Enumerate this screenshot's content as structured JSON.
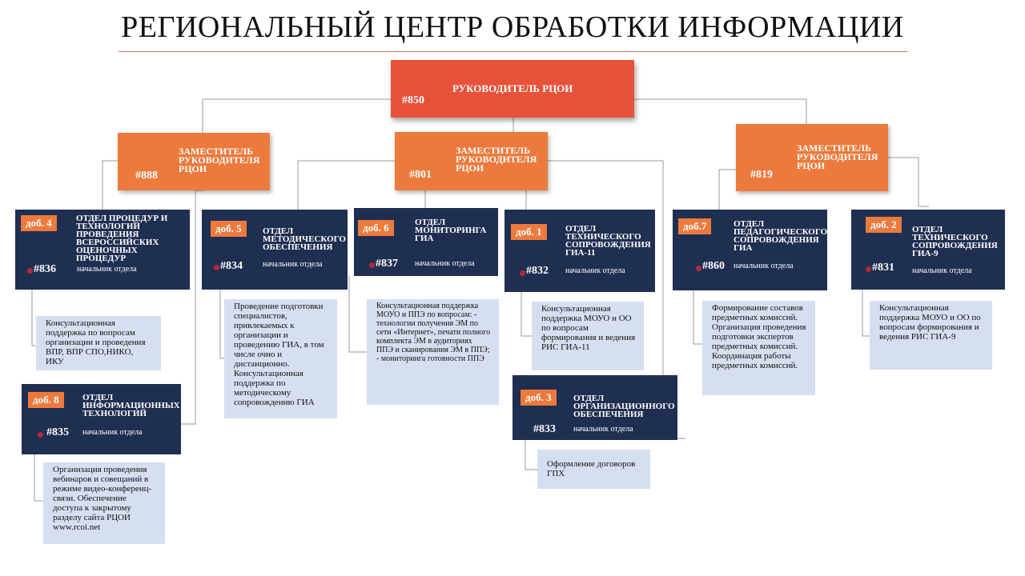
{
  "title": "РЕГИОНАЛЬНЫЙ ЦЕНТР ОБРАБОТКИ ИНФОРМАЦИИ",
  "head": {
    "label": "РУКОВОДИТЕЛЬ РЦОИ",
    "ext": "#850"
  },
  "deputies": [
    {
      "label": "ЗАМЕСТИТЕЛЬ РУКОВОДИТЕЛЯ РЦОИ",
      "ext": "#888"
    },
    {
      "label": "ЗАМЕСТИТЕЛЬ РУКОВОДИТЕЛЯ РЦОИ",
      "ext": "#801"
    },
    {
      "label": "ЗАМЕСТИТЕЛЬ РУКОВОДИТЕЛЯ РЦОИ",
      "ext": "#819"
    }
  ],
  "chief_label": "начальник отдела",
  "departments": [
    {
      "dob": "доб. 4",
      "name": "ОТДЕЛ ПРОЦЕДУР И ТЕХНОЛОГИЙ ПРОВЕДЕНИЯ ВСЕРОССИЙСКИХ ОЦЕНОЧНЫХ ПРОЦЕДУР",
      "ext": "#836",
      "desc": "Консультационная поддержка по вопросам организации и проведения ВПР, ВПР СПО,НИКО, ИКУ"
    },
    {
      "dob": "доб. 5",
      "name": "ОТДЕЛ МЕТОДИЧЕСКОГО ОБЕСПЕЧЕНИЯ",
      "ext": "#834",
      "desc": "Проведение подготовки специалистов, привлекаемых к организации и проведению ГИА, в том числе очно и дистанционно. Консультационная поддержка по методическому сопровождению ГИА"
    },
    {
      "dob": "доб. 6",
      "name": "ОТДЕЛ МОНИТОРИНГА ГИА",
      "ext": "#837",
      "desc": "Консультационная поддержка МОУО и ППЭ по вопросам: - технологии получения ЭМ по сети «Интернет», печати полного комплекта ЭМ в аудиториях ППЭ и сканирования ЭМ в ППЭ; - мониторинга готовности ППЭ"
    },
    {
      "dob": "доб. 1",
      "name": "ОТДЕЛ ТЕХНИЧЕСКОГО СОПРОВОЖДЕНИЯ ГИА-11",
      "ext": "#832",
      "desc": "Консультационная поддержка МОУО и ОО по вопросам формирования и ведения РИС ГИА-11"
    },
    {
      "dob": "доб.7",
      "name": "ОТДЕЛ ПЕДАГОГИЧЕСКОГО СОПРОВОЖДЕНИЯ ГИА",
      "ext": "#860",
      "desc": "Формирование составов предметных комиссий. Организация проведения подготовки экспертов предметных комиссий. Координация работы предметных комиссий."
    },
    {
      "dob": "доб. 2",
      "name": "ОТДЕЛ ТЕХНИЧЕСКОГО СОПРОВОЖДЕНИЯ ГИА-9",
      "ext": "#831",
      "desc": "Консультационная поддержка МОУО и ОО по вопросам формирования и ведения РИС ГИА-9"
    },
    {
      "dob": "доб. 8",
      "name": "ОТДЕЛ ИНФОРМАЦИОННЫХ ТЕХНОЛОГИЙ",
      "ext": "#835",
      "desc": "Организация проведения вебинаров и совещаний в режиме видео-конференц-связи. Обеспечение доступа к закрытому разделу сайта РЦОИ www.rcoi.net"
    },
    {
      "dob": "доб. 3",
      "name": "ОТДЕЛ ОРГАНИЗАЦИОННОГО ОБЕСПЕЧЕНИЯ",
      "ext": "#833",
      "desc": "Оформление договоров ГПХ"
    }
  ]
}
